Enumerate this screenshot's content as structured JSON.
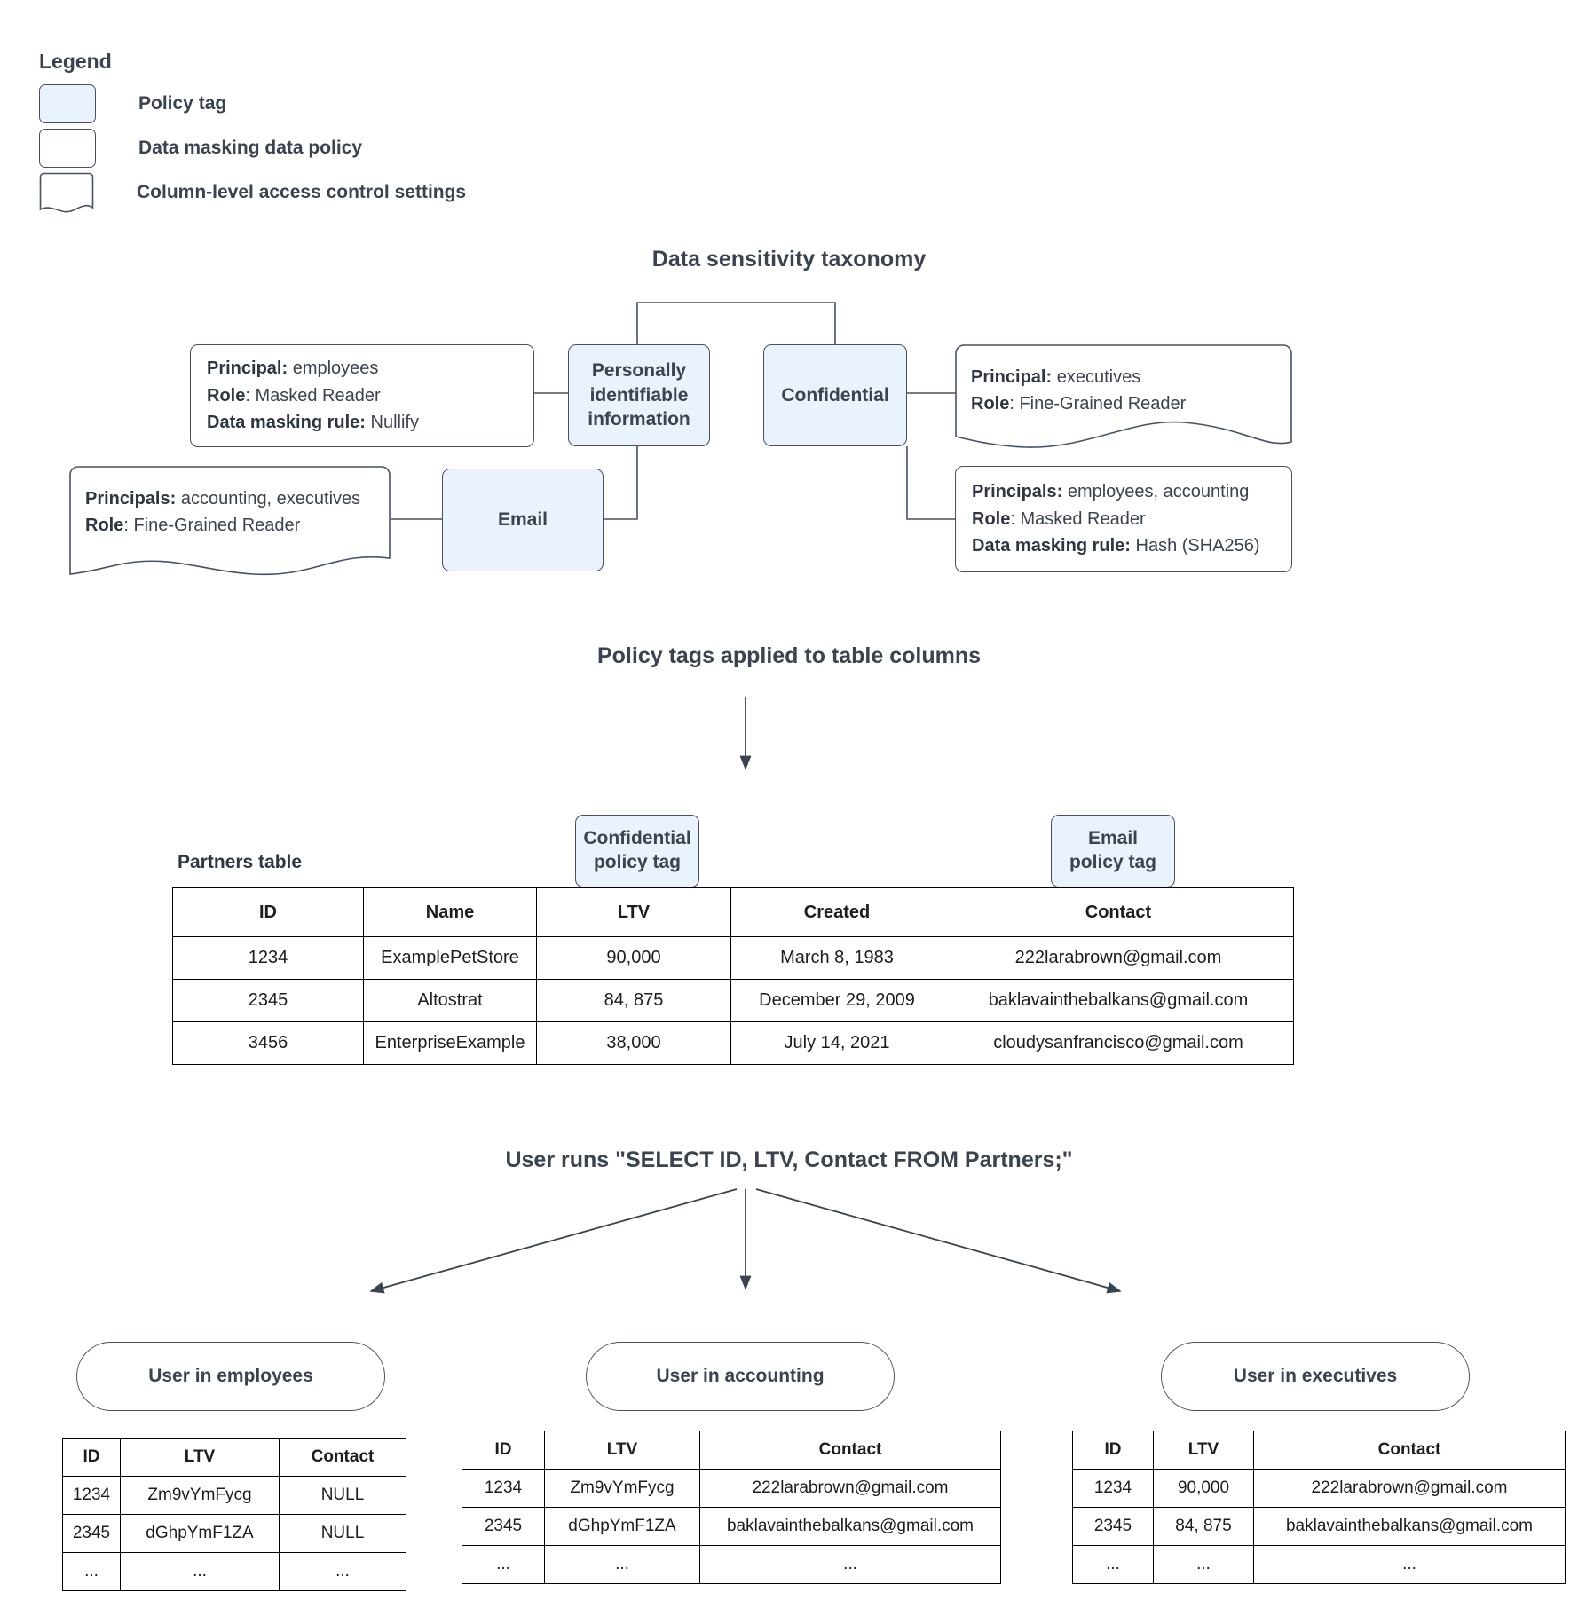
{
  "legend": {
    "title": "Legend",
    "items": [
      {
        "label": "Policy tag",
        "shape": "policy-tag-swatch"
      },
      {
        "label": "Data masking data policy",
        "shape": "data-masking-swatch"
      },
      {
        "label": "Column-level access control settings",
        "shape": "column-access-swatch"
      }
    ]
  },
  "taxonomy": {
    "title": "Data sensitivity taxonomy",
    "tags": {
      "pii": "Personally identifiable information",
      "confidential": "Confidential",
      "email": "Email"
    },
    "policies": {
      "pii_masking": {
        "principal_label": "Principal:",
        "principal_value": " employees",
        "role_label": "Role",
        "role_value": ": Masked Reader",
        "rule_label": "Data masking rule:",
        "rule_value": " Nullify"
      },
      "email_access": {
        "principal_label": "Principals:",
        "principal_value": " accounting, executives",
        "role_label": "Role",
        "role_value": ": Fine-Grained Reader"
      },
      "confidential_access": {
        "principal_label": "Principal:",
        "principal_value": " executives",
        "role_label": "Role",
        "role_value": ": Fine-Grained Reader"
      },
      "confidential_masking": {
        "principal_label": "Principals:",
        "principal_value": " employees, accounting",
        "role_label": "Role",
        "role_value": ": Masked Reader",
        "rule_label": "Data masking rule:",
        "rule_value": " Hash (SHA256)"
      }
    }
  },
  "applied": {
    "title": "Policy tags applied to table columns",
    "table_label": "Partners table",
    "tags": {
      "confidential": "Confidential\npolicy tag",
      "confidential_line1": "Confidential",
      "confidential_line2": "policy tag",
      "email_line1": "Email",
      "email_line2": "policy tag"
    },
    "partners": {
      "columns": [
        "ID",
        "Name",
        "LTV",
        "Created",
        "Contact"
      ],
      "rows": [
        [
          "1234",
          "ExamplePetStore",
          "90,000",
          "March 8, 1983",
          "222larabrown@gmail.com"
        ],
        [
          "2345",
          "Altostrat",
          "84, 875",
          "December 29, 2009",
          "baklavainthebalkans@gmail.com"
        ],
        [
          "3456",
          "EnterpriseExample",
          "38,000",
          "July 14, 2021",
          "cloudysanfrancisco@gmail.com"
        ]
      ]
    }
  },
  "query": {
    "title": "User runs \"SELECT ID, LTV, Contact FROM Partners;\""
  },
  "results": [
    {
      "user": "User in employees",
      "columns": [
        "ID",
        "LTV",
        "Contact"
      ],
      "rows": [
        [
          "1234",
          "Zm9vYmFycg",
          "NULL"
        ],
        [
          "2345",
          "dGhpYmF1ZA",
          "NULL"
        ],
        [
          "...",
          "...",
          "..."
        ]
      ]
    },
    {
      "user": "User in accounting",
      "columns": [
        "ID",
        "LTV",
        "Contact"
      ],
      "rows": [
        [
          "1234",
          "Zm9vYmFycg",
          "222larabrown@gmail.com"
        ],
        [
          "2345",
          "dGhpYmF1ZA",
          "baklavainthebalkans@gmail.com"
        ],
        [
          "...",
          "...",
          "..."
        ]
      ]
    },
    {
      "user": "User in executives",
      "columns": [
        "ID",
        "LTV",
        "Contact"
      ],
      "rows": [
        [
          "1234",
          "90,000",
          "222larabrown@gmail.com"
        ],
        [
          "2345",
          "84, 875",
          "baklavainthebalkans@gmail.com"
        ],
        [
          "...",
          "...",
          "..."
        ]
      ]
    }
  ],
  "colors": {
    "policy_tag_fill": "#e9f2fd",
    "stroke": "#46506a",
    "text": "#3b4250",
    "table_border": "#000000"
  }
}
